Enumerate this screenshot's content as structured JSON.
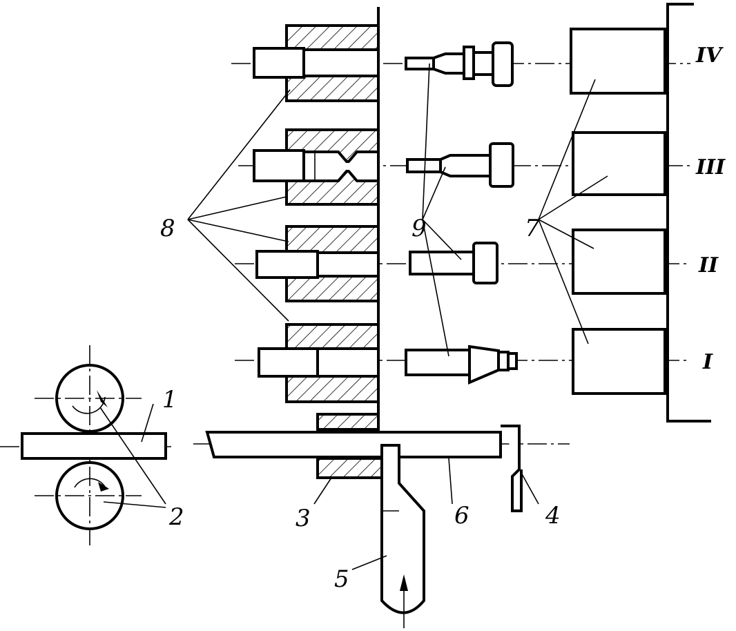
{
  "diagram": {
    "labels": {
      "dies": "8",
      "punches": "9",
      "stops": "7",
      "stock": "1",
      "feed_rolls": "2",
      "cutoff_die": "3",
      "stop_block": "4",
      "cutoff_knife": "5",
      "bar": "6"
    },
    "positions": [
      "IV",
      "III",
      "II",
      "I"
    ]
  }
}
